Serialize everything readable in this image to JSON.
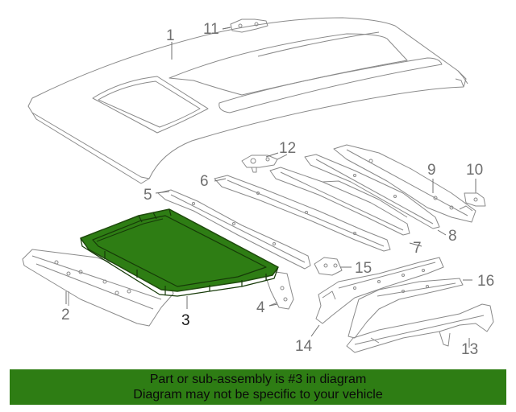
{
  "callouts": {
    "c1": "1",
    "c2": "2",
    "c3": "3",
    "c4": "4",
    "c5": "5",
    "c6": "6",
    "c7": "7",
    "c8": "8",
    "c9": "9",
    "c10": "10",
    "c11": "11",
    "c12": "12",
    "c13": "13",
    "c14": "14",
    "c15": "15",
    "c16": "16"
  },
  "highlighted_part": "3",
  "colors": {
    "highlight_fill": "#2e7d14",
    "line": "#8a8a8a",
    "banner_bg": "#2e7d14"
  },
  "banner": {
    "line1": "Part or sub-assembly is #3 in diagram",
    "line2": "Diagram may not be specific to your vehicle"
  }
}
